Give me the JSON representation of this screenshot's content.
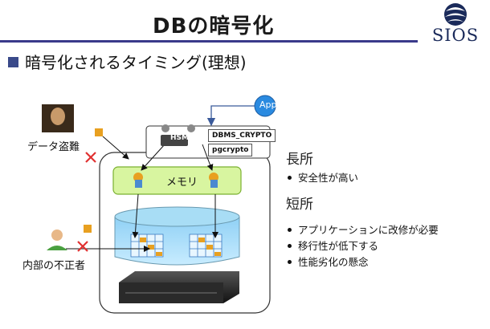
{
  "header": {
    "title": "DBの暗号化",
    "logo_text": "SIOS"
  },
  "subtitle": "暗号化されるタイミング(理想)",
  "diagram": {
    "app_label": "App",
    "hsm_label": "HSM",
    "dbms_crypto_label": "DBMS_CRYPTO",
    "pgcrypto_label": "pgcrypto",
    "memory_label": "メモリ",
    "data_thief_label": "データ盗難",
    "insider_label": "内部の不正者"
  },
  "pros": {
    "heading": "長所",
    "items": [
      "安全性が高い"
    ]
  },
  "cons": {
    "heading": "短所",
    "items": [
      "アプリケーションに改修が必要",
      "移行性が低下する",
      "性能劣化の懸念"
    ]
  }
}
